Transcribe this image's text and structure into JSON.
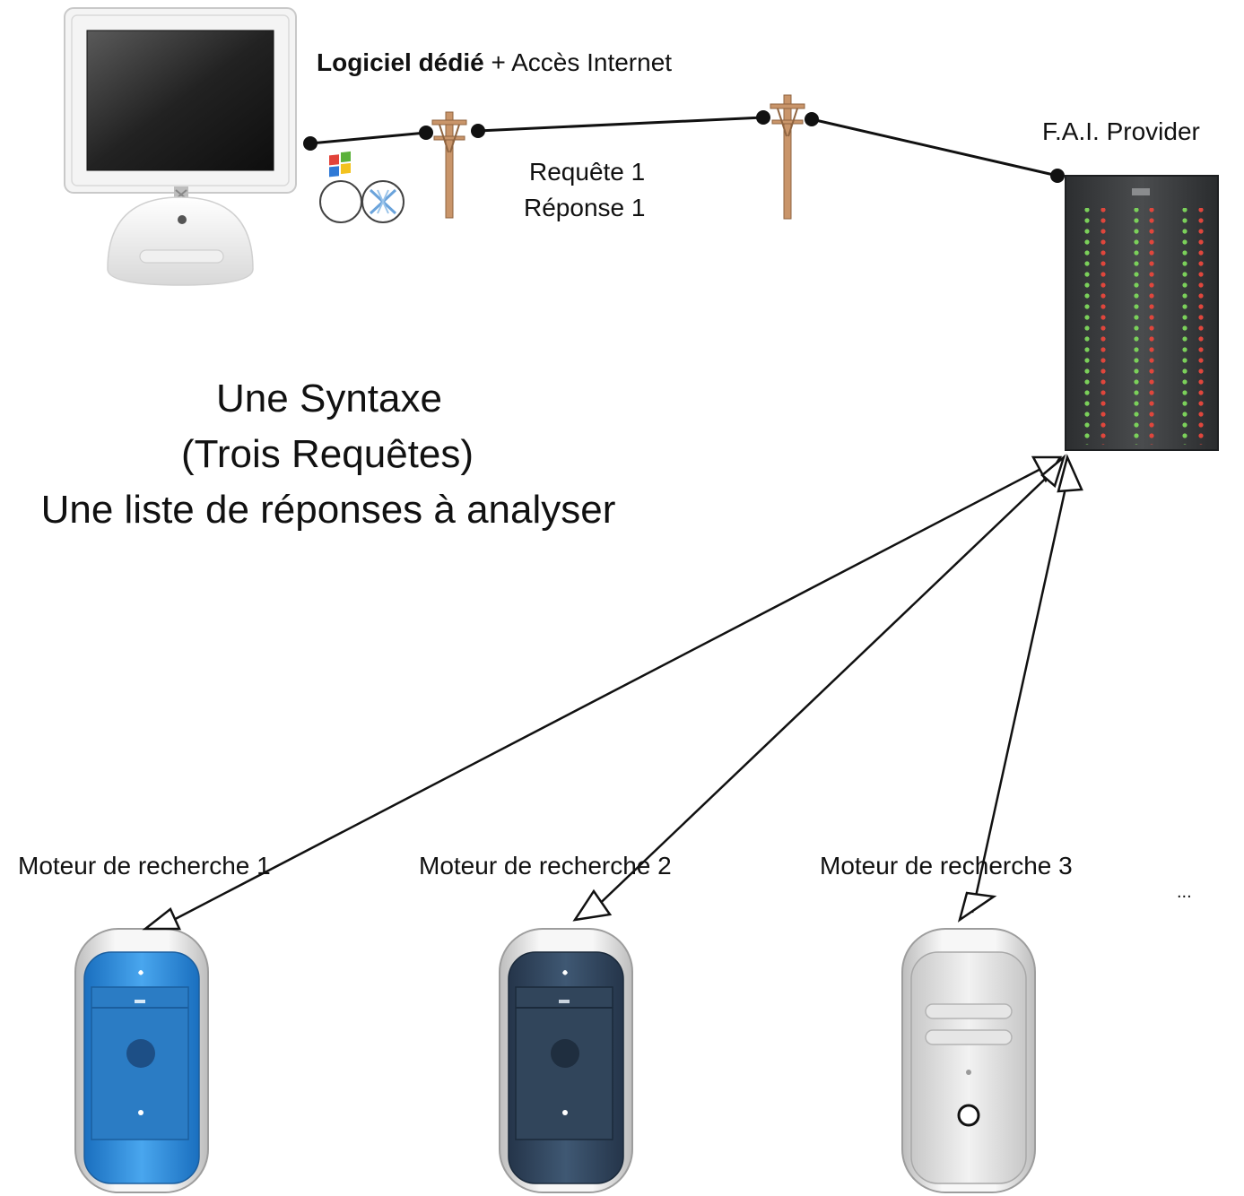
{
  "labels": {
    "software_bold": "Logiciel dédié",
    "software_rest": " + Accès Internet",
    "request": "Requête 1",
    "response": "Réponse 1",
    "provider": "F.A.I. Provider",
    "syntax_line1": "Une Syntaxe",
    "syntax_line2": "(Trois Requêtes)",
    "syntax_line3": "Une liste de réponses à analyser",
    "engine1": "Moteur de recherche 1",
    "engine2": "Moteur de recherche 2",
    "engine3": "Moteur de recherche 3",
    "ellipsis": "..."
  },
  "icons": {
    "client": "imac-computer-icon",
    "os_logos": [
      "windows-logo-icon",
      "mac-os-x-logo-icon"
    ],
    "poles": [
      "telephone-pole-icon",
      "telephone-pole-icon"
    ],
    "server": "rack-server-icon",
    "engines": [
      "blue-tower-computer-icon",
      "graphite-tower-computer-icon",
      "silver-tower-computer-icon"
    ]
  },
  "colors": {
    "line": "#111111",
    "pole_wood": "#c9956a",
    "server_body": "#3d3f41",
    "led_green": "#7bd15a",
    "led_red": "#e0463c",
    "tower_blue": "#2f8fdb",
    "tower_graphite": "#33475c",
    "tower_silver": "#d9d9d9"
  }
}
